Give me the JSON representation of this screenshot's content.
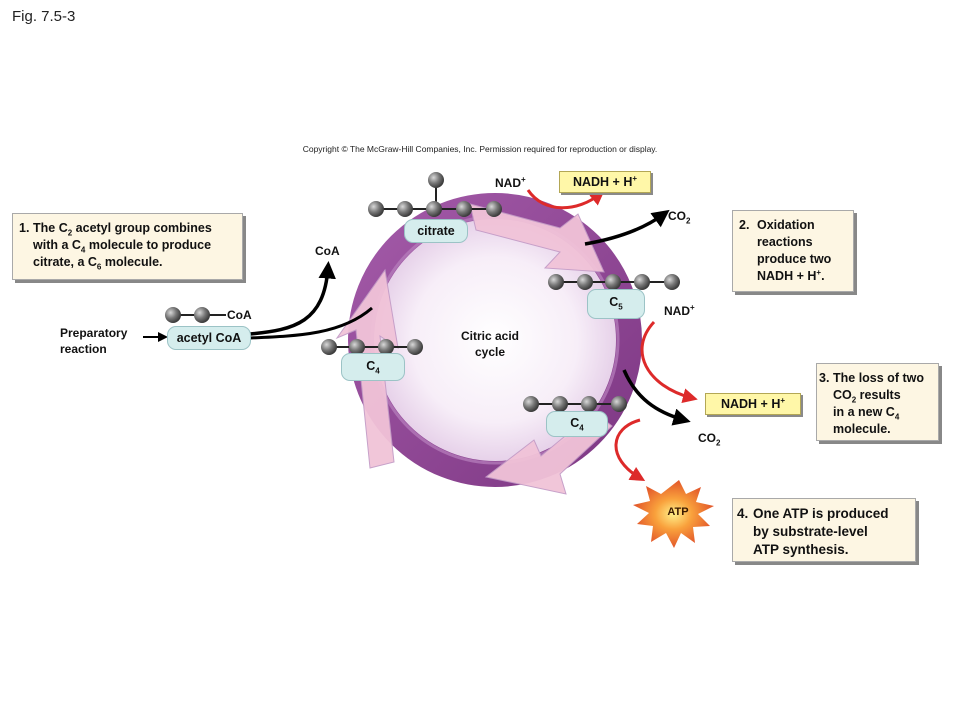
{
  "figure_label": "Fig. 7.5-3",
  "copyright": "Copyright © The McGraw-Hill Companies, Inc. Permission required for reproduction or display.",
  "cycle": {
    "center_line1": "Citric acid",
    "center_line2": "cycle"
  },
  "molecules": {
    "acetyl_coa": "acetyl CoA",
    "coa_attached": "CoA",
    "coa_released": "CoA",
    "citrate": "citrate",
    "c5": {
      "base": "C",
      "sub": "5"
    },
    "c4_left": {
      "base": "C",
      "sub": "4"
    },
    "c4_bottom": {
      "base": "C",
      "sub": "4"
    }
  },
  "preparatory": {
    "line1": "Preparatory",
    "line2": "reaction"
  },
  "labels": {
    "nad_top": {
      "base": "NAD",
      "sup": "+"
    },
    "nadh_top": {
      "base": "NADH + H",
      "sup": "+"
    },
    "co2_top": {
      "base": "CO",
      "sub": "2"
    },
    "nad_right": {
      "base": "NAD",
      "sup": "+"
    },
    "nadh_right": {
      "base": "NADH + H",
      "sup": "+"
    },
    "co2_right": {
      "base": "CO",
      "sub": "2"
    },
    "atp": "ATP"
  },
  "notes": {
    "note1": {
      "num": "1.",
      "l1": "The C",
      "l1_sub": "2",
      "l1_tail": " acetyl group combines",
      "l2": "with a C",
      "l2_sub": "4",
      "l2_tail": " molecule to produce",
      "l3": "citrate, a C",
      "l3_sub": "6",
      "l3_tail": " molecule."
    },
    "note2": {
      "num": "2.",
      "l1": "Oxidation",
      "l2": "reactions",
      "l3": "produce two",
      "l4": "NADH + H",
      "l4_sup": "+",
      "l4_tail": "."
    },
    "note3": {
      "num": "3.",
      "l1": "The loss of two",
      "l2": "CO",
      "l2_sub": "2",
      "l2_tail": " results",
      "l3": "in a new C",
      "l3_sub": "4",
      "l4": "molecule."
    },
    "note4": {
      "num": "4.",
      "l1": "One ATP is produced",
      "l2": "by substrate-level",
      "l3": "ATP synthesis."
    }
  },
  "colors": {
    "ring": "#8e4493",
    "ring_light": "#caa0cd",
    "pink_arrow": "#f1c3d8",
    "red_arrow": "#dd2a2a",
    "atom": "#6c6c6c",
    "note_bg": "#fdf6e3",
    "teal_box": "#d5eded",
    "yellow_box": "#fff7a8"
  }
}
